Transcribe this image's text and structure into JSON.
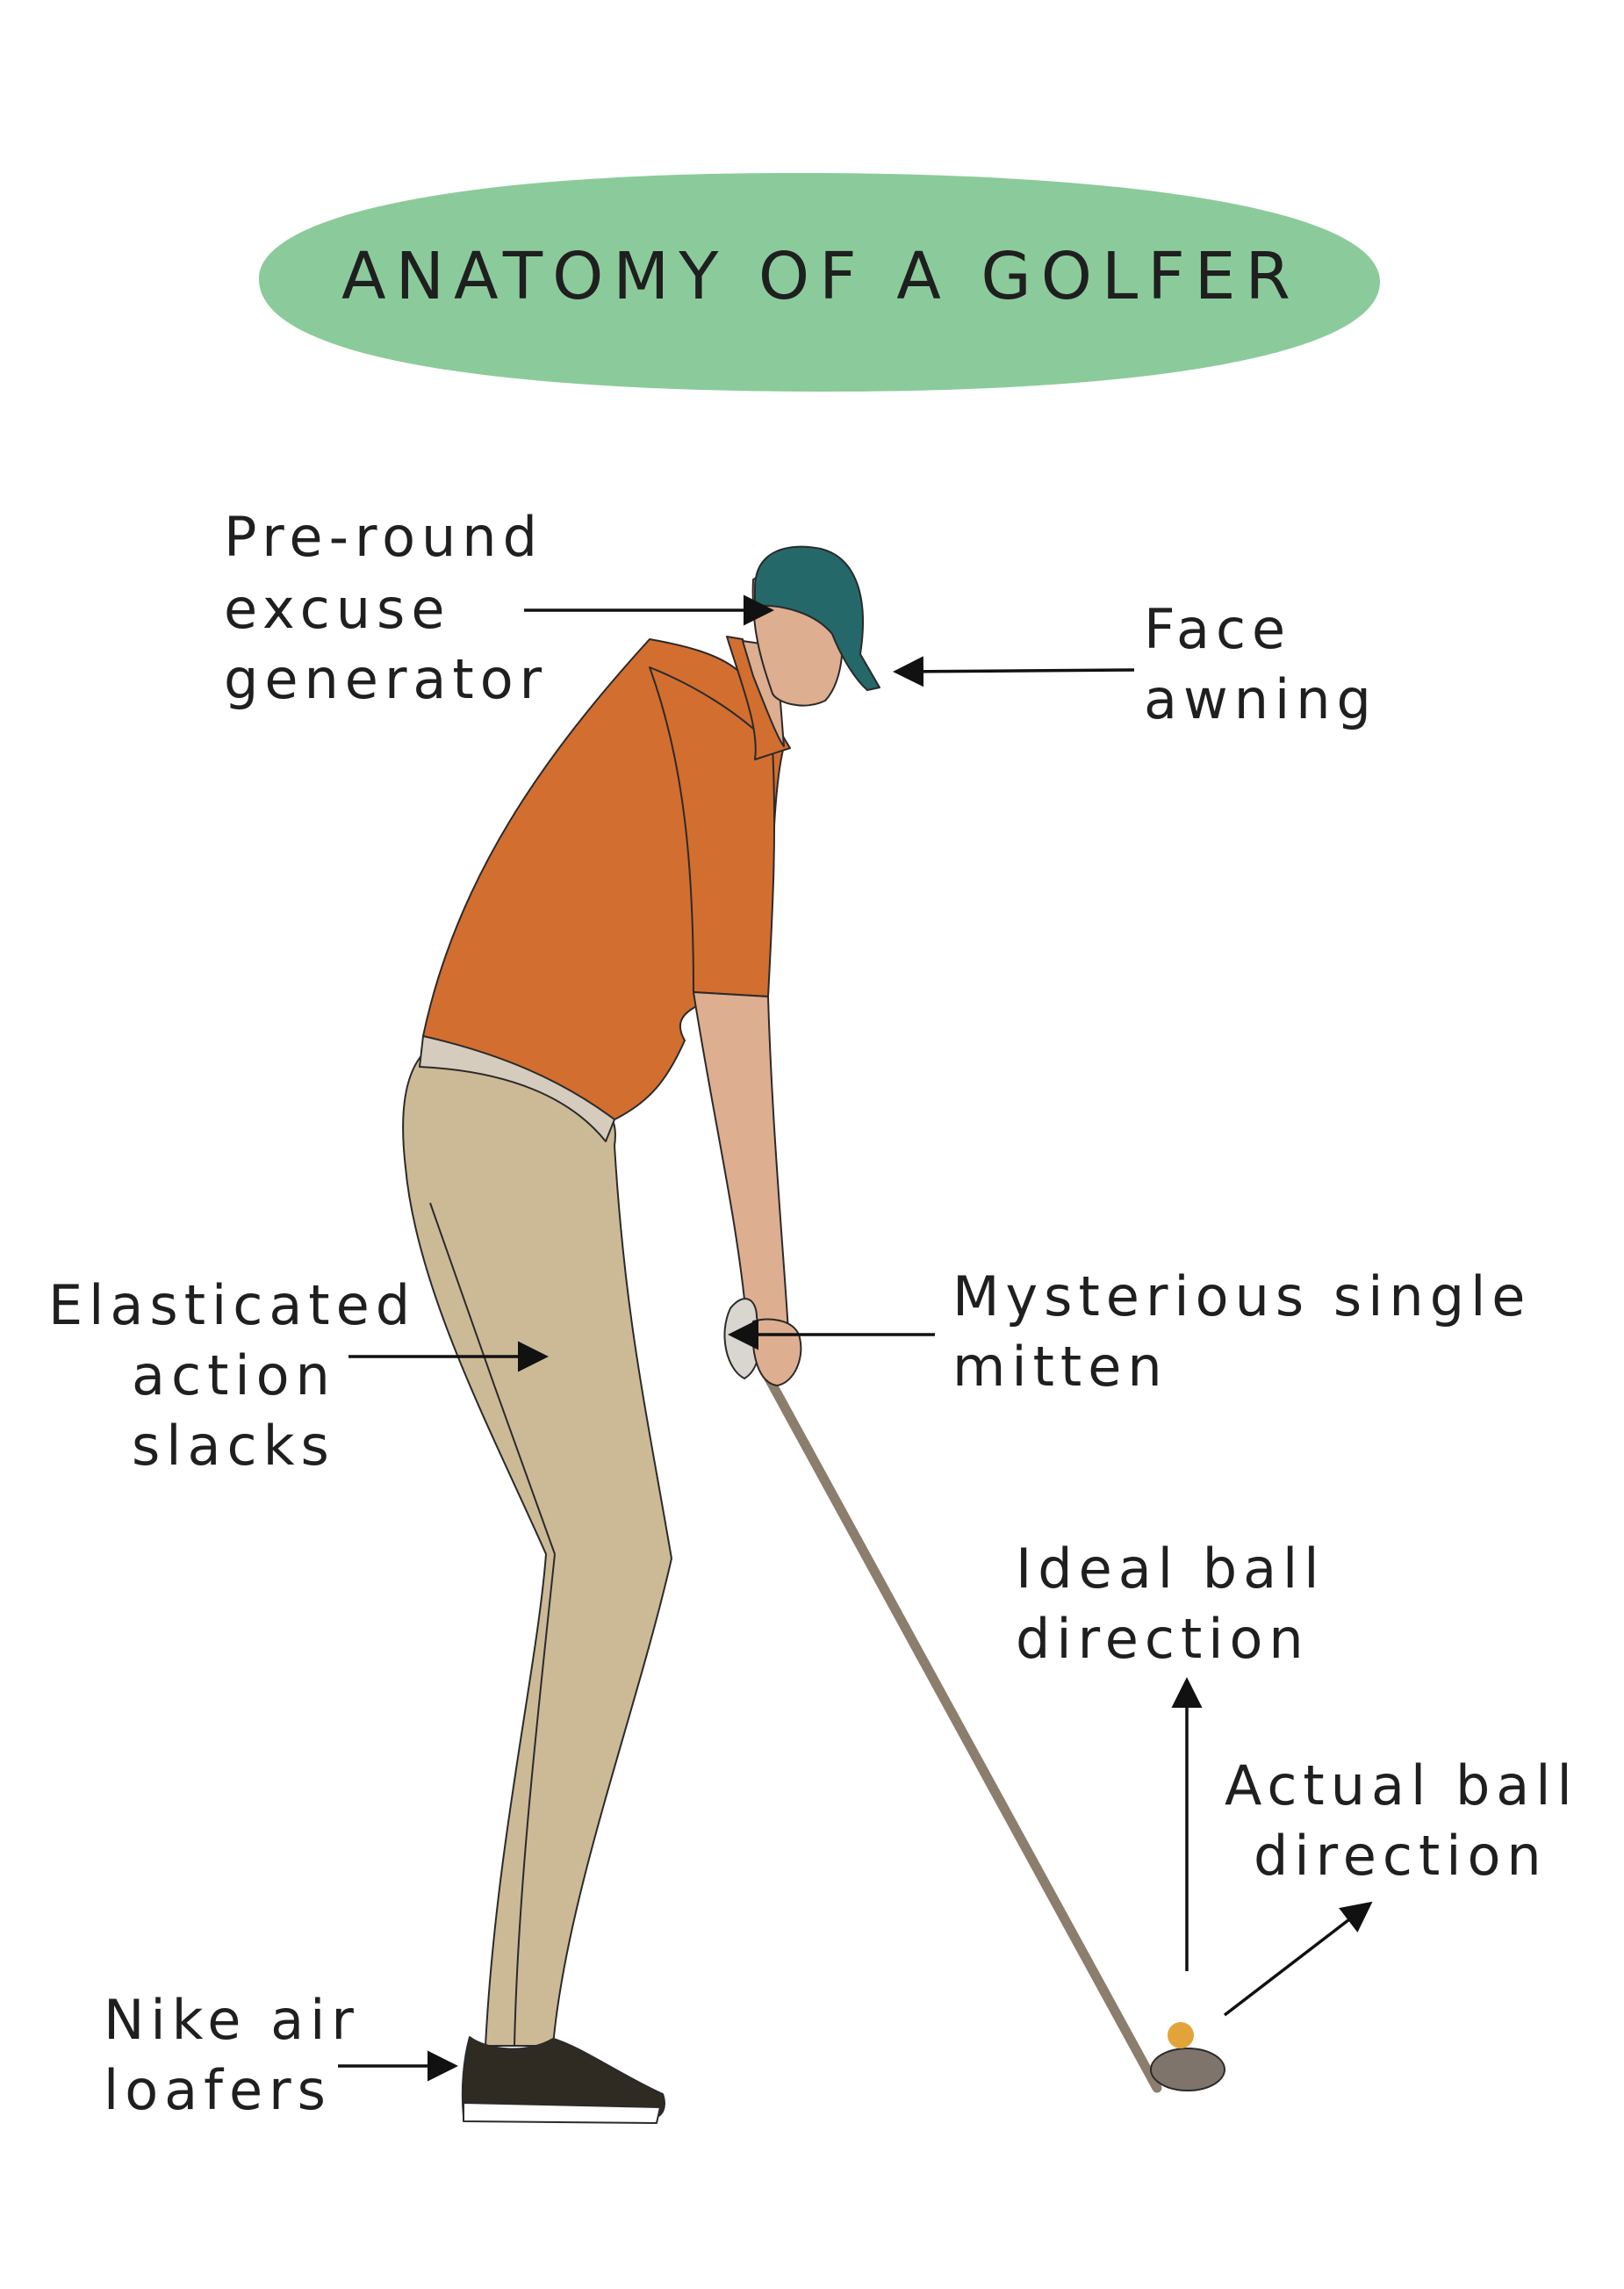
{
  "title": "ANATOMY OF A GOLFER",
  "colors": {
    "title_blob": "#8BCB9B",
    "shirt": "#D26E30",
    "skin": "#DEAE90",
    "pants": "#CCBA97",
    "belt": "#D6CCBD",
    "cap": "#25686A",
    "shoe": "#2F2A22",
    "club_shaft": "#8C7E6C",
    "club_head": "#7F746C",
    "ball": "#E2A43A",
    "glove": "#D9D6CF"
  },
  "annotations": {
    "head": {
      "lines": [
        "Pre-round",
        "excuse",
        "generator"
      ]
    },
    "cap": {
      "lines": [
        "Face",
        "awning"
      ]
    },
    "pants": {
      "lines": [
        "Elasticated",
        "action",
        "slacks"
      ]
    },
    "glove": {
      "lines": [
        "Mysterious single",
        "mitten"
      ]
    },
    "shoes": {
      "lines": [
        "Nike air",
        "loafers"
      ]
    },
    "ideal": {
      "lines": [
        "Ideal ball",
        "direction"
      ]
    },
    "actual": {
      "lines": [
        "Actual ball",
        "direction"
      ]
    }
  }
}
